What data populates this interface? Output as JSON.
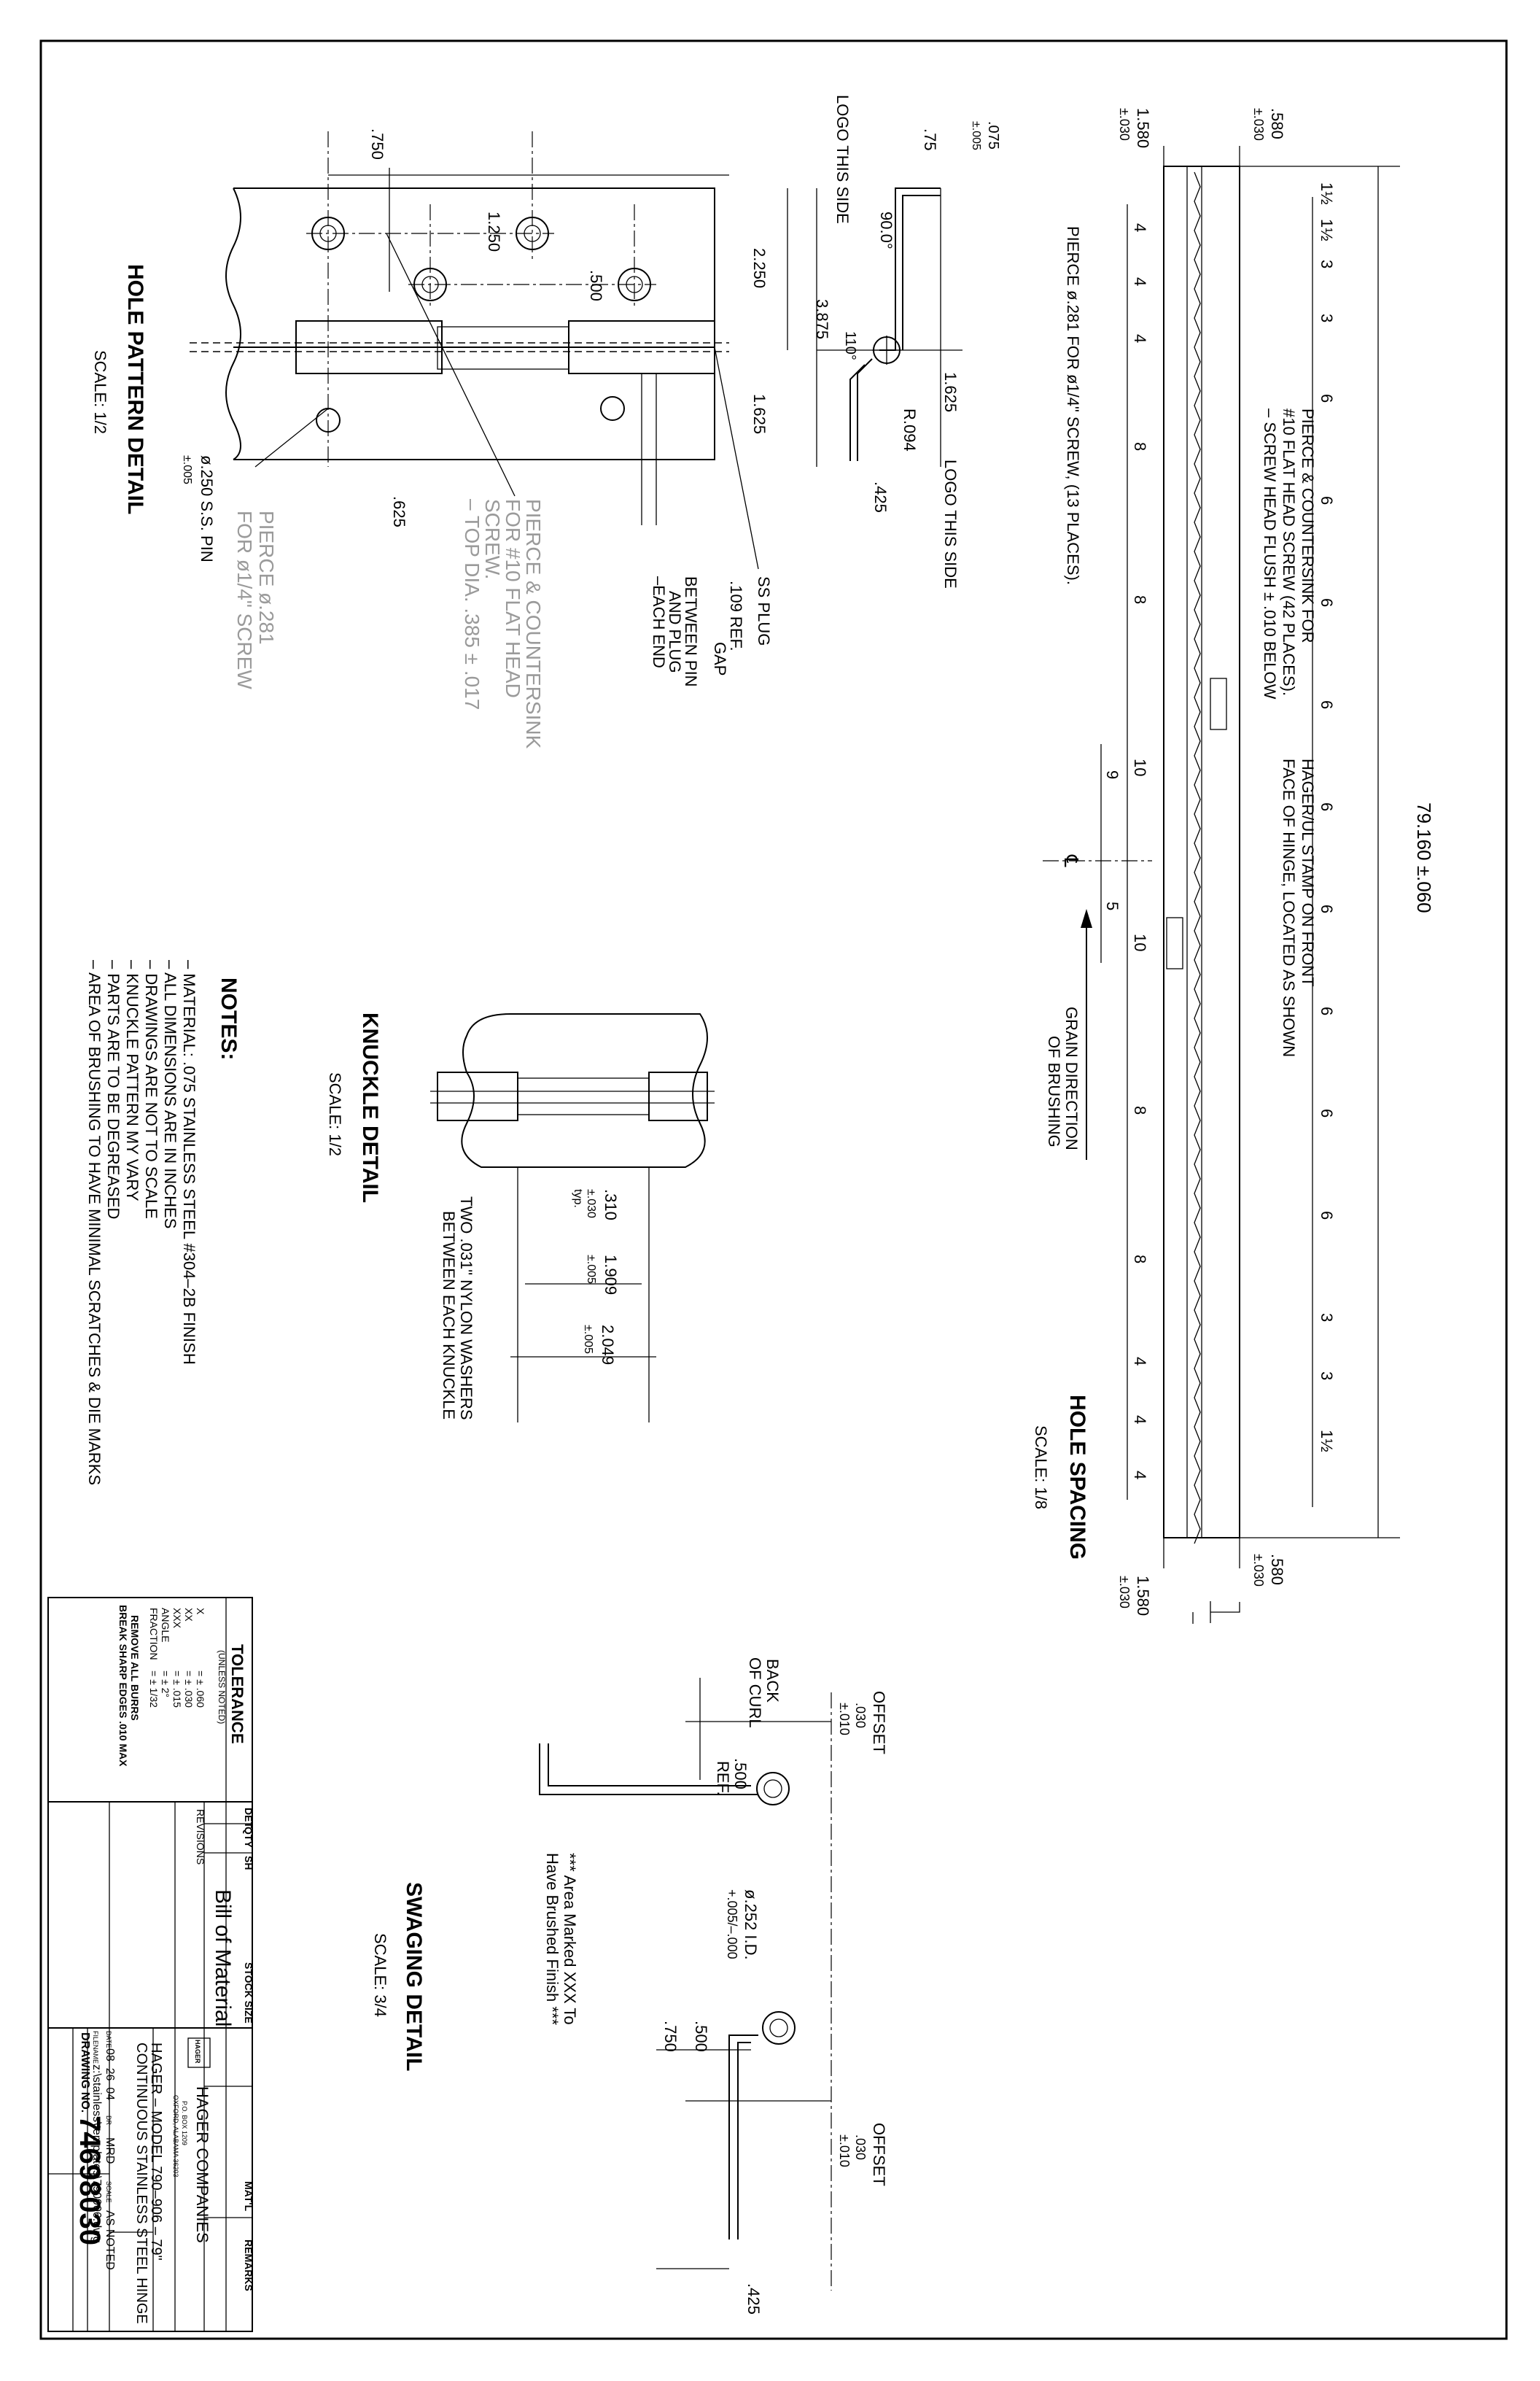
{
  "hole_spacing": {
    "title": "HOLE SPACING",
    "scale": "SCALE: 1/8",
    "overall": "79.160 ±.060",
    "edge_top": ".580",
    "edge_top_tol": "±.030",
    "edge_bottom": "1.580",
    "edge_bottom_tol": "±.030",
    "top_spaces": [
      "1½",
      "1½",
      "3",
      "3",
      "6",
      "6",
      "6",
      "6",
      "6",
      "6",
      "6",
      "6",
      "6",
      "3",
      "3",
      "1½"
    ],
    "bottom_spaces": [
      "4",
      "4",
      "4",
      "8",
      "8",
      "10",
      "10",
      "8",
      "8",
      "4",
      "4",
      "4"
    ],
    "center_left": "9",
    "center_right": "5",
    "pierce_countersink": "PIERCE & COUNTERSINK FOR",
    "pierce_countersink_2": "#10 FLAT HEAD SCREW (42 PLACES).",
    "pierce_countersink_3": "– SCREW HEAD FLUSH ± .010 BELOW",
    "pierce_281": "PIERCE ø.281 FOR ø1/4\" SCREW, (13 PLACES).",
    "stamp_1": "HAGER/UL STAMP ON FRONT",
    "stamp_2": "FACE OF HINGE, LOCATED AS SHOWN",
    "grain_1": "GRAIN DIRECTION",
    "grain_2": "OF BRUSHING",
    "cl_symbol": "℄"
  },
  "end_view": {
    "thk": ".075",
    "thk_tol": "±.005",
    "leg": ".75",
    "angle": "90.0°",
    "logo_left": "LOGO THIS SIDE",
    "logo_right": "LOGO THIS SIDE",
    "w1": "2.250",
    "w2": "3.875",
    "w3": "1.625",
    "w4": "1.625",
    "angle2": "110°",
    "radius": "R.094",
    "offset": ".425"
  },
  "hole_pattern": {
    "title": "HOLE PATTERN DETAIL",
    "scale": "SCALE: 1/2",
    "d750": ".750",
    "d1250": "1.250",
    "d500": ".500",
    "d625": ".625",
    "pin": "ø.250  S.S. PIN",
    "pin_tol": "±.005",
    "ss_plug": "SS PLUG",
    "ref_gap_1": ".109 REF.",
    "ref_gap_2": "GAP",
    "between_1": "BETWEEN PIN",
    "between_2": "AND PLUG",
    "between_3": "–EACH END",
    "grey_pc_1": "PIERCE & COUNTERSINK",
    "grey_pc_2": "FOR #10 FLAT HEAD",
    "grey_pc_3": "SCREW.",
    "grey_pc_4": "– TOP DIA. .385 ± .017",
    "grey_p_1": "PIERCE ø.281",
    "grey_p_2": "FOR ø1/4\" SCREW"
  },
  "knuckle": {
    "title": "KNUCKLE DETAIL",
    "scale": "SCALE: 1/2",
    "d310": ".310",
    "d310_tol": "±.030",
    "d310_typ": "typ.",
    "d1909": "1.909",
    "d1909_tol": "±.005",
    "d2049": "2.049",
    "d2049_tol": "±.005",
    "washer_1": "TWO .031\" NYLON WASHERS",
    "washer_2": "BETWEEN EACH KNUCKLE"
  },
  "notes": {
    "title": "NOTES:",
    "lines": [
      "–  MATERIAL: .075 STAINLESS STEEL #304–2B FINISH",
      "–  ALL DIMENSIONS ARE IN INCHES",
      "–  DRAWINGS ARE NOT TO SCALE",
      "–  KNUCKLE PATTERN MY VARY",
      "–  PARTS ARE TO BE DEGREASED",
      "–  AREA OF BRUSHING TO HAVE MINIMAL SCRATCHES & DIE MARKS"
    ]
  },
  "swaging": {
    "title": "SWAGING DETAIL",
    "scale": "SCALE: 3/4",
    "offset_l": "OFFSET",
    "offset_l_v": ".030",
    "offset_l_t": "±.010",
    "offset_r": "OFFSET",
    "offset_r_v": ".030",
    "offset_r_t": "±.010",
    "back_1": "BACK",
    "back_2": "OF CURL",
    "ref500": ".500",
    "ref500_2": "REF.",
    "id": "ø.252 I.D.",
    "id_tol": "+.005/–.000",
    "d500": ".500",
    "d750": ".750",
    "d425": ".425",
    "note_1": "*** Area Marked XXX To",
    "note_2": "Have Brushed Finish ***"
  },
  "title_block": {
    "tolerance": "TOLERANCE",
    "unless": "(UNLESS NOTED)",
    "tol_rows": [
      [
        "X",
        "= ± .060"
      ],
      [
        "XX",
        "= ± .030"
      ],
      [
        "XXX",
        "= ± .015"
      ],
      [
        "ANGLE",
        "= ± 2°"
      ],
      [
        "FRACTION",
        "= ± 1/32"
      ]
    ],
    "burrs_1": "REMOVE ALL BURRS",
    "burrs_2": "BREAK SHARP EDGES .010 MAX",
    "cols": [
      "DET",
      "QTY",
      "SH",
      "STOCK SIZE",
      "MAT'L",
      "REMARKS"
    ],
    "bom": "Bill of Material",
    "revisions": "REVISIONS",
    "company": "HAGER COMPANIES",
    "company_addr_1": "P.O. BOX 1209",
    "company_addr_2": "OXFORD, ALABAMA 36203",
    "logo": "HAGER",
    "desc_1": "HAGER – MODEL 790–906 – 79\"",
    "desc_2": "CONTINUOUS STAINLESS STEEL HINGE",
    "date_lbl": "DATE",
    "date": "08–26–04",
    "dr_lbl": "DR",
    "dr": "MRD",
    "scale_lbl": "SCALE",
    "scale": "AS NOTED",
    "file_lbl": "FILENAME",
    "file": "z:\\stainless\\templates\\790906.dwg",
    "dwg_lbl": "DRAWING NO.",
    "dwg": "74698030"
  }
}
